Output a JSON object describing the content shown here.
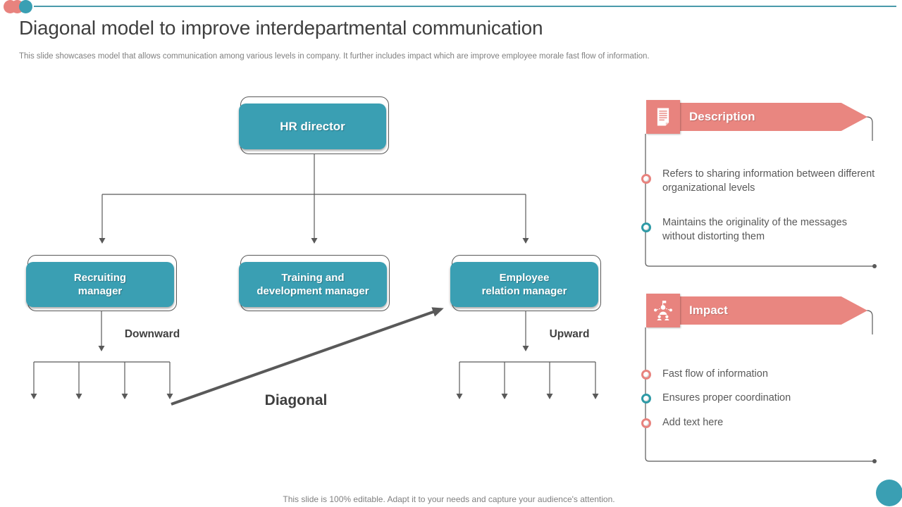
{
  "slide": {
    "title": "Diagonal model to improve interdepartmental communication",
    "subtitle": "This slide showcases model that allows communication among various levels in company. It further includes impact which are improve employee morale fast flow of information.",
    "footer": "This slide is 100% editable. Adapt it to your needs and capture your audience's attention."
  },
  "org_chart": {
    "root_label": "HR director",
    "nodes": [
      {
        "line1": "Recruiting",
        "line2": "manager"
      },
      {
        "line1": "Training and",
        "line2": "development manager"
      },
      {
        "line1": "Employee",
        "line2": "relation manager"
      }
    ],
    "labels": {
      "downward": "Downward",
      "upward": "Upward",
      "diagonal": "Diagonal"
    }
  },
  "panels": [
    {
      "title": "Description",
      "icon": "document-icon",
      "bullets": [
        {
          "color": "#E8837E",
          "text": "Refers to sharing information between different organizational levels"
        },
        {
          "color": "#2E9AA6",
          "text": "Maintains the originality of the messages without distorting them"
        }
      ]
    },
    {
      "title": "Impact",
      "icon": "people-network-icon",
      "bullets": [
        {
          "color": "#E8837E",
          "text": "Fast flow of information"
        },
        {
          "color": "#2E9AA6",
          "text": "Ensures proper coordination"
        },
        {
          "color": "#E8837E",
          "text": "Add text here"
        }
      ]
    }
  ],
  "colors": {
    "teal": "#3A9FB3",
    "coral": "#E8837E",
    "accent_line": "#4A9AAB",
    "text_dark": "#3F3F3F",
    "text_gray": "#595959",
    "text_light": "#808080"
  }
}
